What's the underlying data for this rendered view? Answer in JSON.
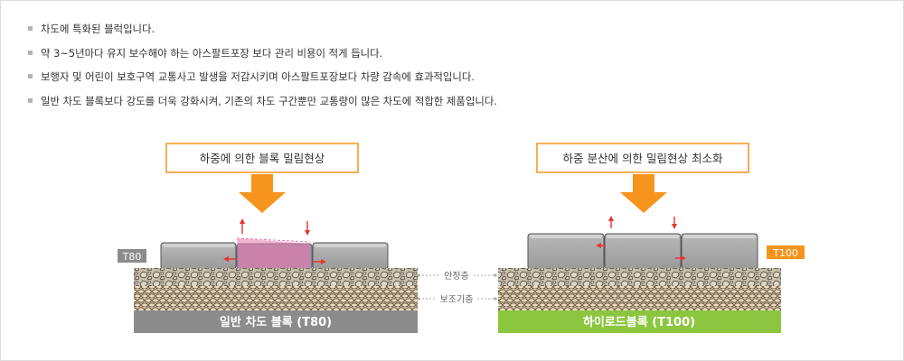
{
  "bullets": [
    "차도에 특화된 블럭입니다.",
    "약 3~5년마다 유지 보수해야 하는 아스팔트포장 보다 관리 비용이 적게 듭니다.",
    "보행자 및 어린이 보호구역 교통사고 발생을 저감시키며 아스팔트포장보다 차량 감속에  효과적입니다.",
    "일반 차도 블록보다 강도를 더욱 강화시켜, 기존의 차도 구간뿐만  교통량이 많은 차도에 적합한 제품입니다."
  ],
  "left": {
    "caption": "하중에 의한 블록 밀림현상",
    "grade": "T80",
    "footer": "일반 차도 블록 (T80)"
  },
  "right": {
    "caption": "하중 분산에 의한 밀림현상 최소화",
    "grade": "T100",
    "footer": "하이로드블록 (T100)"
  },
  "layers": {
    "stable": "안정층",
    "subbase": "보조기층"
  },
  "colors": {
    "arrow": "#f7941d",
    "caption_border": "#f7941d",
    "left_footer": "#8c8c8c",
    "right_footer": "#8cc63f",
    "t80_badge": "#8c8c8c",
    "t100_badge": "#f7941d",
    "red_arrow": "#e8322d",
    "pink_shift": "#e879b0"
  }
}
